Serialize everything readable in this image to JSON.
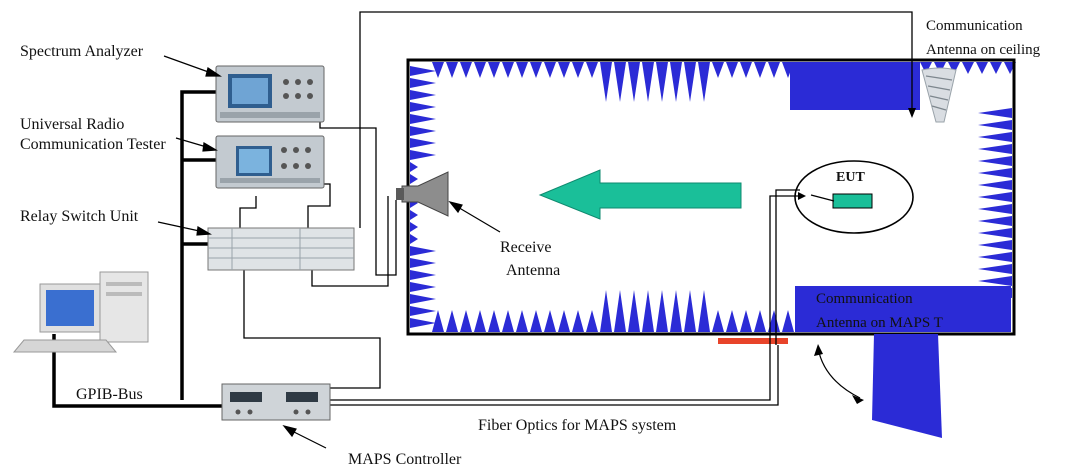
{
  "labels": {
    "spectrum_analyzer": "Spectrum Analyzer",
    "urct_line1": "Universal Radio",
    "urct_line2": "Communication Tester",
    "relay_switch": "Relay Switch Unit",
    "receive_line1": "Receive",
    "receive_line2": "Antenna",
    "ceiling_line1": "Communication",
    "ceiling_line2": "Antenna on ceiling",
    "eut": "EUT",
    "maps_antenna_line1": "Communication",
    "maps_antenna_line2": "Antenna on MAPS T",
    "gpib": "GPIB-Bus",
    "fiber": "Fiber Optics for MAPS system",
    "maps_controller": "MAPS Controller"
  },
  "colors": {
    "absorber": "#2b2bd6",
    "arrow": "#1abf99",
    "eut_box": "#1abf99",
    "turntable": "#e8442a",
    "device": "#b9c1c8"
  }
}
